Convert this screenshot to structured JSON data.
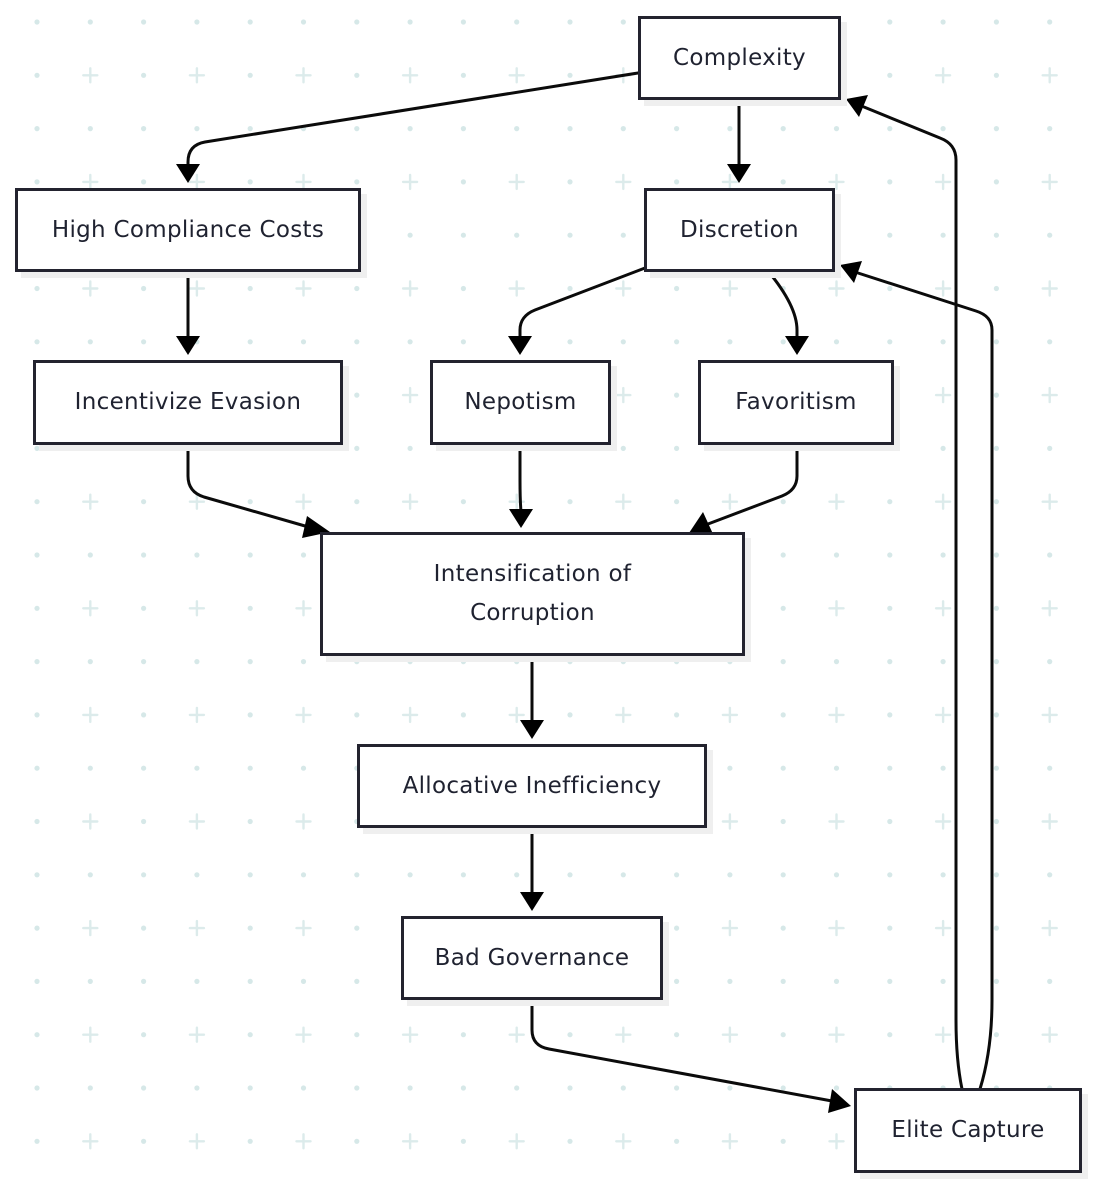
{
  "nodes": {
    "complexity": "Complexity",
    "high_compliance_costs": "High Compliance Costs",
    "discretion": "Discretion",
    "incentivize_evasion": "Incentivize Evasion",
    "nepotism": "Nepotism",
    "favoritism": "Favoritism",
    "intensification_line1": "Intensification of",
    "intensification_line2": "Corruption",
    "allocative_inefficiency": "Allocative Inefficiency",
    "bad_governance": "Bad Governance",
    "elite_capture": "Elite Capture"
  },
  "edges": [
    {
      "from": "Complexity",
      "to": "High Compliance Costs"
    },
    {
      "from": "Complexity",
      "to": "Discretion"
    },
    {
      "from": "High Compliance Costs",
      "to": "Incentivize Evasion"
    },
    {
      "from": "Discretion",
      "to": "Nepotism"
    },
    {
      "from": "Discretion",
      "to": "Favoritism"
    },
    {
      "from": "Incentivize Evasion",
      "to": "Intensification of Corruption"
    },
    {
      "from": "Nepotism",
      "to": "Intensification of Corruption"
    },
    {
      "from": "Favoritism",
      "to": "Intensification of Corruption"
    },
    {
      "from": "Intensification of Corruption",
      "to": "Allocative Inefficiency"
    },
    {
      "from": "Allocative Inefficiency",
      "to": "Bad Governance"
    },
    {
      "from": "Bad Governance",
      "to": "Elite Capture"
    },
    {
      "from": "Elite Capture",
      "to": "Complexity"
    },
    {
      "from": "Elite Capture",
      "to": "Discretion"
    }
  ],
  "colors": {
    "node_border": "#23232f",
    "node_text": "#1f2230",
    "edge": "#0b0b0b",
    "grid": "#d6e8e8"
  }
}
